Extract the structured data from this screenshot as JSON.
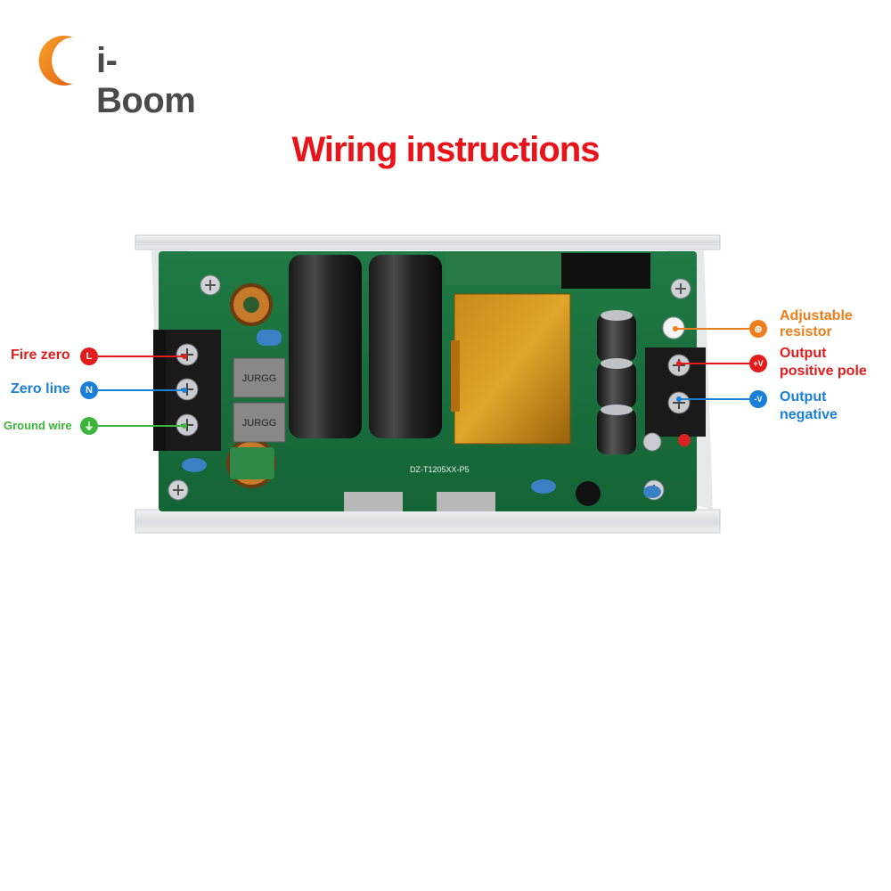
{
  "logo": {
    "text": "i-Boom",
    "brand_color": "#f28c1c"
  },
  "title": "Wiring instructions",
  "colors": {
    "title": "#e8141a",
    "live": "#e21b1b",
    "neutral": "#1a7fd6",
    "ground": "#3db43a",
    "adjust": "#ee7d1c"
  },
  "labels": {
    "fire_zero": "Fire zero",
    "zero_line": "Zero line",
    "ground_wire": "Ground wire",
    "adjustable_line1": "Adjustable",
    "adjustable_line2": "resistor",
    "output_positive_line1": "Output",
    "output_positive_line2": "positive pole",
    "output_negative_line1": "Output",
    "output_negative_line2": "negative"
  },
  "badges": {
    "live": "L",
    "neutral": "N",
    "ground": "⏚",
    "adjust": "⊕",
    "positive": "+V",
    "negative": "-V"
  },
  "board_text": {
    "transformer_label": "DZ-T1205XX-P5",
    "choke_label_1": "JURGG",
    "choke_label_2": "JURGG"
  },
  "icons": [
    "crescent-logo-icon",
    "ground-icon",
    "adjust-icon"
  ]
}
